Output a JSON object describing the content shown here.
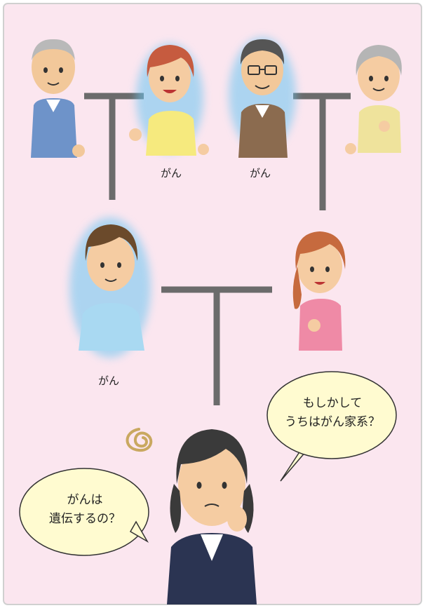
{
  "colors": {
    "background": "#fbe6ef",
    "border": "#c8c8c8",
    "connector": "#6b6b6b",
    "bubble": "#fffbd0",
    "glow": "#6cc6f2"
  },
  "labels": {
    "grandmother": "がん",
    "grandfather": "がん",
    "father": "がん"
  },
  "bubbles": {
    "right": {
      "line1": "もしかして",
      "line2": "うちはがん家系？"
    },
    "left": {
      "line1": "がんは",
      "line2": "遺伝するの？"
    }
  },
  "icons": [
    "worry-swirl-icon"
  ]
}
